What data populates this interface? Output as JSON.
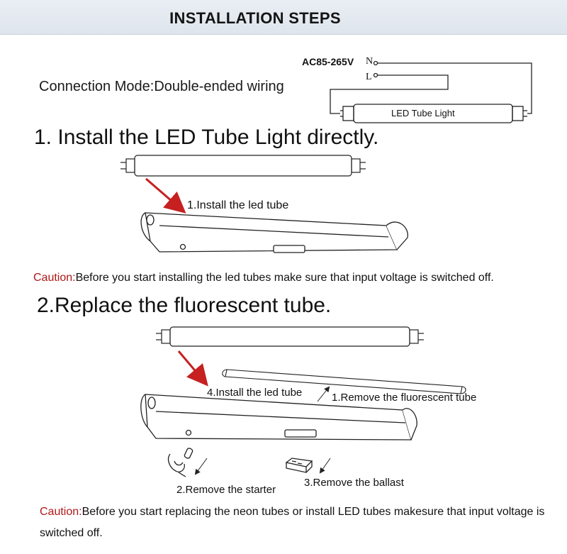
{
  "header": {
    "title": "INSTALLATION STEPS"
  },
  "connection": {
    "mode_text": "Connection Mode:Double-ended wiring"
  },
  "wiring": {
    "voltage": "AC85-265V",
    "neutral": "N",
    "live": "L",
    "tube_label": "LED Tube Light"
  },
  "section1": {
    "title": "1. Install the LED Tube Light directly.",
    "step_label": "1.Install the led tube",
    "caution_word": "Caution:",
    "caution_text": "Before you start installing the led tubes make sure that input voltage is switched off."
  },
  "section2": {
    "title": "2.Replace the fluorescent tube.",
    "install_label": "4.Install the led tube",
    "remove_tube_label": "1.Remove the fluorescent tube",
    "remove_starter_label": "2.Remove the starter",
    "remove_ballast_label": "3.Remove the ballast",
    "caution_word": "Caution:",
    "caution_text": "Before you start  replacing the neon tubes  or install LED tubes  makesure that input  voltage is switched off."
  },
  "colors": {
    "header_bg": "#e4e9ef",
    "caution": "#b01818",
    "arrow": "#c62020"
  }
}
